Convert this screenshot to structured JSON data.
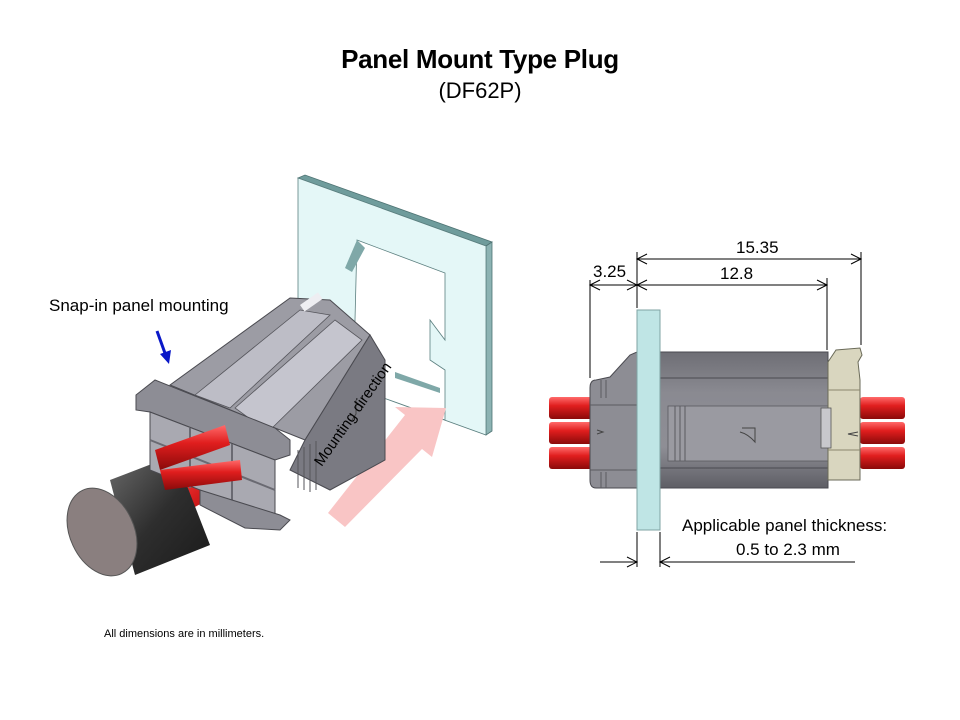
{
  "header": {
    "title": "Panel Mount Type Plug",
    "subtitle": "(DF62P)"
  },
  "perspective_view": {
    "callout_label": "Snap-in panel mounting",
    "direction_label": "Mounting direction",
    "colors": {
      "panel_face": "#e4f7f7",
      "panel_edge": "#6f9c9c",
      "housing": "#8c8c94",
      "housing_light": "#b9b9c2",
      "housing_dark": "#5c5c63",
      "wires": "#d81e1e",
      "cable": "#3a3a3a",
      "arrow_callout": "#0a18c8",
      "arrow_mounting": "#f9c5c5"
    }
  },
  "side_view": {
    "dimensions": {
      "overall": "15.35",
      "body": "12.8",
      "rear": "3.25"
    },
    "panel_note_line1": "Applicable panel thickness:",
    "panel_note_line2": "0.5 to 2.3 mm",
    "colors": {
      "panel": "#bfe5e5",
      "housing": "#7d7d84",
      "retainer": "#d9d6bf",
      "wires": "#d81e1e"
    }
  },
  "footnote": "All dimensions are in millimeters."
}
